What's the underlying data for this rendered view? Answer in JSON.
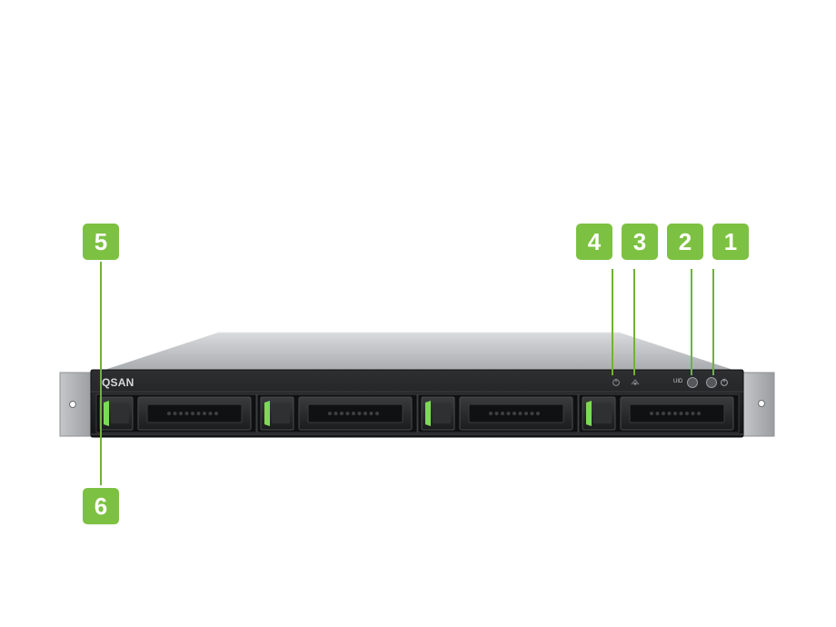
{
  "brand": {
    "logo_text": "QSAN"
  },
  "front_panel": {
    "uid_label": "UID",
    "drive_bays": [
      {
        "bay": 1,
        "tray_color": "#2a2a2a",
        "release_tab_color": "#7ed957"
      },
      {
        "bay": 2,
        "tray_color": "#2a2a2a",
        "release_tab_color": "#7ed957"
      },
      {
        "bay": 3,
        "tray_color": "#2a2a2a",
        "release_tab_color": "#7ed957"
      },
      {
        "bay": 4,
        "tray_color": "#2a2a2a",
        "release_tab_color": "#7ed957"
      }
    ]
  },
  "callouts": [
    {
      "id": "5",
      "label": "5"
    },
    {
      "id": "4",
      "label": "4"
    },
    {
      "id": "3",
      "label": "3"
    },
    {
      "id": "2",
      "label": "2"
    },
    {
      "id": "1",
      "label": "1"
    },
    {
      "id": "6",
      "label": "6"
    }
  ],
  "colors": {
    "accent": "#7dc142",
    "chassis_front": "#1e1e1e",
    "chassis_top": "#c9cbcd",
    "ear": "#b5b7b9"
  }
}
